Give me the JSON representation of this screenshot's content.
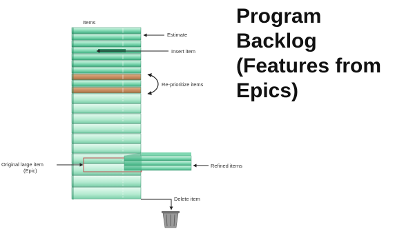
{
  "title_lines": [
    "Program",
    "Backlog",
    "(Features from",
    "Epics)"
  ],
  "labels": {
    "items": "Items",
    "estimate": "Estimate",
    "insert_item": "Insert item",
    "reprioritize": "Re-prioritize items",
    "original_large_item_line1": "Original large item",
    "original_large_item_line2": "(Epic)",
    "refined_items": "Refined items",
    "delete_item": "Delete item"
  },
  "colors": {
    "item_light": "#c6f0dc",
    "item_mid": "#6fcfa7",
    "item_dark": "#3eae80",
    "item_edge": "#2c8a63",
    "reprioritized": "#c98f63",
    "epic_box": "#c05050",
    "arrow": "#222222",
    "text": "#333333"
  }
}
